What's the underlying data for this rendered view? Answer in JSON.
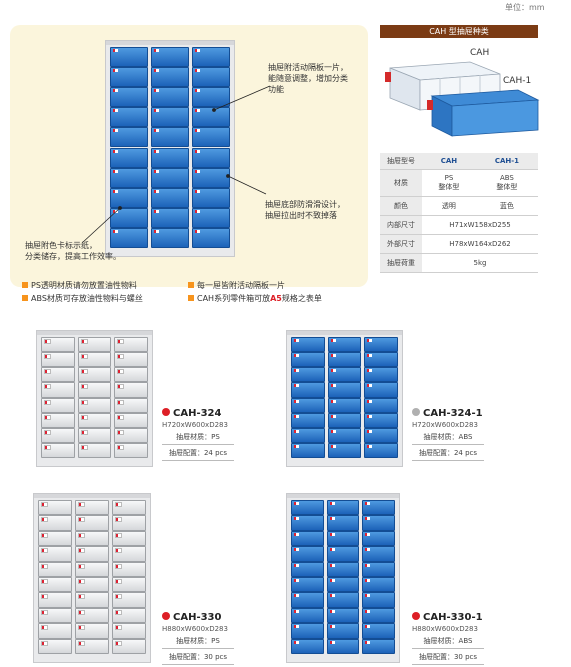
{
  "unit": "单位：mm",
  "hero": {
    "annotations": [
      "抽屉附活动隔板一片，\n能随意调整，增加分类\n功能",
      "抽屉底部防滑滑设计，\n抽屉拉出时不致掉落",
      "抽屉附色卡标示纸，\n分类储存，提高工作效率。"
    ]
  },
  "types": {
    "title": "CAH 型抽屉种类",
    "label_cah": "CAH",
    "label_cah1": "CAH-1"
  },
  "spec": {
    "headers": [
      "抽屉型号",
      "CAH",
      "CAH-1"
    ],
    "rows": [
      {
        "label": "材质",
        "cah": "PS\n整体型",
        "cah1": "ABS\n整体型"
      },
      {
        "label": "颜色",
        "cah": "透明",
        "cah1": "蓝色"
      },
      {
        "label": "内部尺寸",
        "span": "H71xW158xD255"
      },
      {
        "label": "外部尺寸",
        "span": "H78xW164xD262"
      },
      {
        "label": "抽屉荷重",
        "span": "5kg"
      }
    ]
  },
  "features": [
    {
      "text": "PS透明材质请勿放置油性物料"
    },
    {
      "text": "每一屉皆附活动隔板一片"
    },
    {
      "text": "ABS材质可存放油性物料与螺丝"
    },
    {
      "text_pre": "CAH系列零件箱可放",
      "text_hl": "A5",
      "text_post": "规格之表单"
    }
  ],
  "colors": {
    "red_dot": "#dd1f26",
    "gray_dot": "#b0b0b0",
    "orange": "#f7941d",
    "highlight": "#dd1f26"
  },
  "products": [
    {
      "model": "CAH-324",
      "dims": "H720xW600xD283",
      "material": "抽屉材质：PS",
      "config": "抽屉配置：24 pcs",
      "dot": "red"
    },
    {
      "model": "CAH-324-1",
      "dims": "H720xW600xD283",
      "material": "抽屉材质：ABS",
      "config": "抽屉配置：24 pcs",
      "dot": "gray"
    },
    {
      "model": "CAH-330",
      "dims": "H880xW600xD283",
      "material": "抽屉材质：PS",
      "config": "抽屉配置：30 pcs",
      "dot": "red"
    },
    {
      "model": "CAH-330-1",
      "dims": "H880xW600xD283",
      "material": "抽屉材质：ABS",
      "config": "抽屉配置：30 pcs",
      "dot": "red"
    }
  ]
}
